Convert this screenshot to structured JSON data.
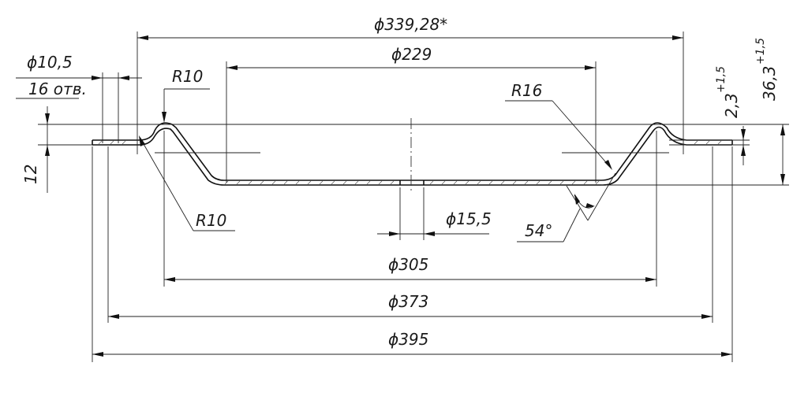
{
  "drawing": {
    "dims": {
      "d_339": "ϕ339,28*",
      "d_229": "ϕ229",
      "d_10_5": "ϕ10,5",
      "holes": "16 отв.",
      "r10_top": "R10",
      "r16": "R16",
      "h_2_3": "2,3",
      "h_2_3_tol": "+1,5",
      "h_36_3": "36,3",
      "h_36_3_tol": "+1,5",
      "h_12": "12",
      "r10_bottom": "R10",
      "d_15_5": "ϕ15,5",
      "angle": "54°",
      "d_305": "ϕ305",
      "d_373": "ϕ373",
      "d_395": "ϕ395"
    }
  }
}
